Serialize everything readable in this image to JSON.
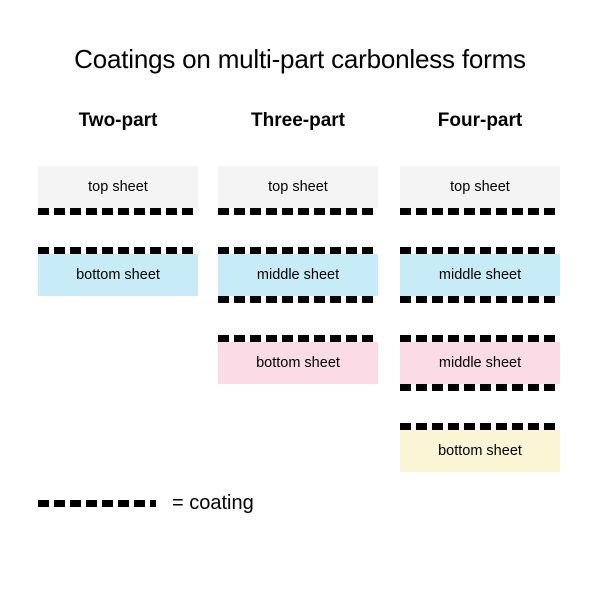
{
  "title": "Coatings on multi-part carbonless forms",
  "legend": {
    "symbol_name": "dashed-line-swatch",
    "label": "= coating"
  },
  "colors": {
    "background": "#ffffff",
    "text": "#000000",
    "sheet_gray": "#f4f4f4",
    "sheet_blue": "#c8ecf7",
    "sheet_pink": "#fadbe6",
    "sheet_cream": "#fbf5d5",
    "coating": "#000000"
  },
  "columns": [
    {
      "header": "Two-part",
      "sheets": [
        {
          "label": "top sheet",
          "color_key": "sheet_gray",
          "coating_above": false,
          "coating_below": true
        },
        {
          "label": "bottom sheet",
          "color_key": "sheet_blue",
          "coating_above": true,
          "coating_below": false
        }
      ]
    },
    {
      "header": "Three-part",
      "sheets": [
        {
          "label": "top sheet",
          "color_key": "sheet_gray",
          "coating_above": false,
          "coating_below": true
        },
        {
          "label": "middle sheet",
          "color_key": "sheet_blue",
          "coating_above": true,
          "coating_below": true
        },
        {
          "label": "bottom sheet",
          "color_key": "sheet_pink",
          "coating_above": true,
          "coating_below": false
        }
      ]
    },
    {
      "header": "Four-part",
      "sheets": [
        {
          "label": "top sheet",
          "color_key": "sheet_gray",
          "coating_above": false,
          "coating_below": true
        },
        {
          "label": "middle sheet",
          "color_key": "sheet_blue",
          "coating_above": true,
          "coating_below": true
        },
        {
          "label": "middle sheet",
          "color_key": "sheet_pink",
          "coating_above": true,
          "coating_below": true
        },
        {
          "label": "bottom sheet",
          "color_key": "sheet_cream",
          "coating_above": true,
          "coating_below": false
        }
      ]
    }
  ]
}
